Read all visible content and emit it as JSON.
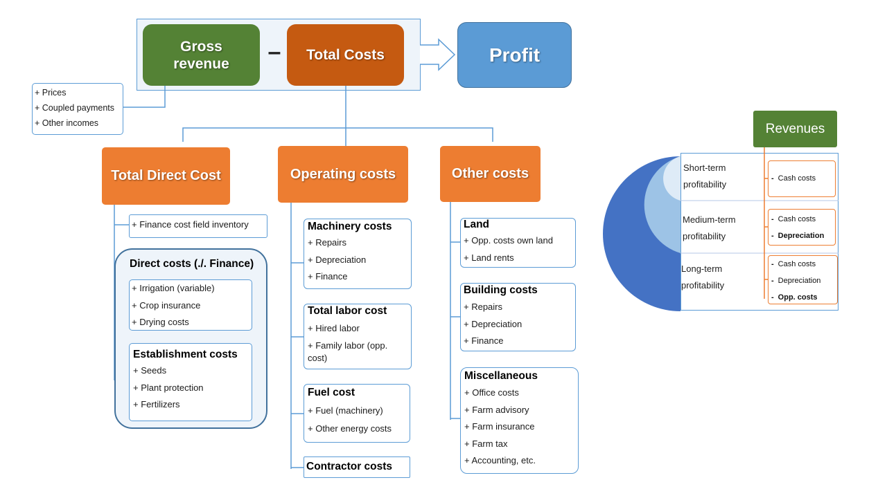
{
  "top": {
    "gross_revenue": "Gross revenue",
    "minus": "–",
    "total_costs": "Total Costs",
    "profit": "Profit"
  },
  "revenue_sources": [
    "+ Prices",
    "+ Coupled payments",
    "+ Other incomes"
  ],
  "categories": {
    "direct": "Total Direct Cost",
    "operating": "Operating costs",
    "other": "Other costs"
  },
  "direct": {
    "finance_field": "+ Finance cost field inventory",
    "group_title": "Direct costs (./. Finance)",
    "variable_items": [
      "+ Irrigation (variable)",
      "+ Crop insurance",
      "+ Drying costs"
    ],
    "establishment_title": "Establishment costs",
    "establishment_items": [
      "+ Seeds",
      "+ Plant protection",
      "+ Fertilizers"
    ]
  },
  "operating": {
    "machinery_title": "Machinery costs",
    "machinery_items": [
      "+ Repairs",
      "+ Depreciation",
      "+ Finance"
    ],
    "labor_title": "Total labor cost",
    "labor_items": [
      "+ Hired labor",
      "+ Family labor (opp. cost)"
    ],
    "fuel_title": "Fuel cost",
    "fuel_items": [
      "+ Fuel (machinery)",
      "+ Other energy costs"
    ],
    "contractor_title": "Contractor costs"
  },
  "other": {
    "land_title": "Land",
    "land_items": [
      "+ Opp. costs own land",
      "+ Land rents"
    ],
    "building_title": "Building costs",
    "building_items": [
      "+ Repairs",
      "+ Depreciation",
      "+ Finance"
    ],
    "misc_title": "Miscellaneous",
    "misc_items": [
      "+ Office costs",
      "+ Farm advisory",
      "+ Farm insurance",
      "+ Farm tax",
      "+ Accounting, etc."
    ]
  },
  "profitability": {
    "revenues": "Revenues",
    "short_term": "Short-term profitability",
    "medium_term": "Medium-term profitability",
    "long_term": "Long-term profitability",
    "short_items": [
      "Cash costs"
    ],
    "medium_items": [
      "Cash costs",
      "Depreciation"
    ],
    "long_items": [
      "Cash costs",
      "Depreciation",
      "Opp. costs"
    ],
    "bullet": "-"
  },
  "colors": {
    "green": "#548235",
    "rust": "#c55a11",
    "orange": "#ed7d31",
    "blue": "#5b9bd5",
    "dark_blue": "#4472c4"
  }
}
